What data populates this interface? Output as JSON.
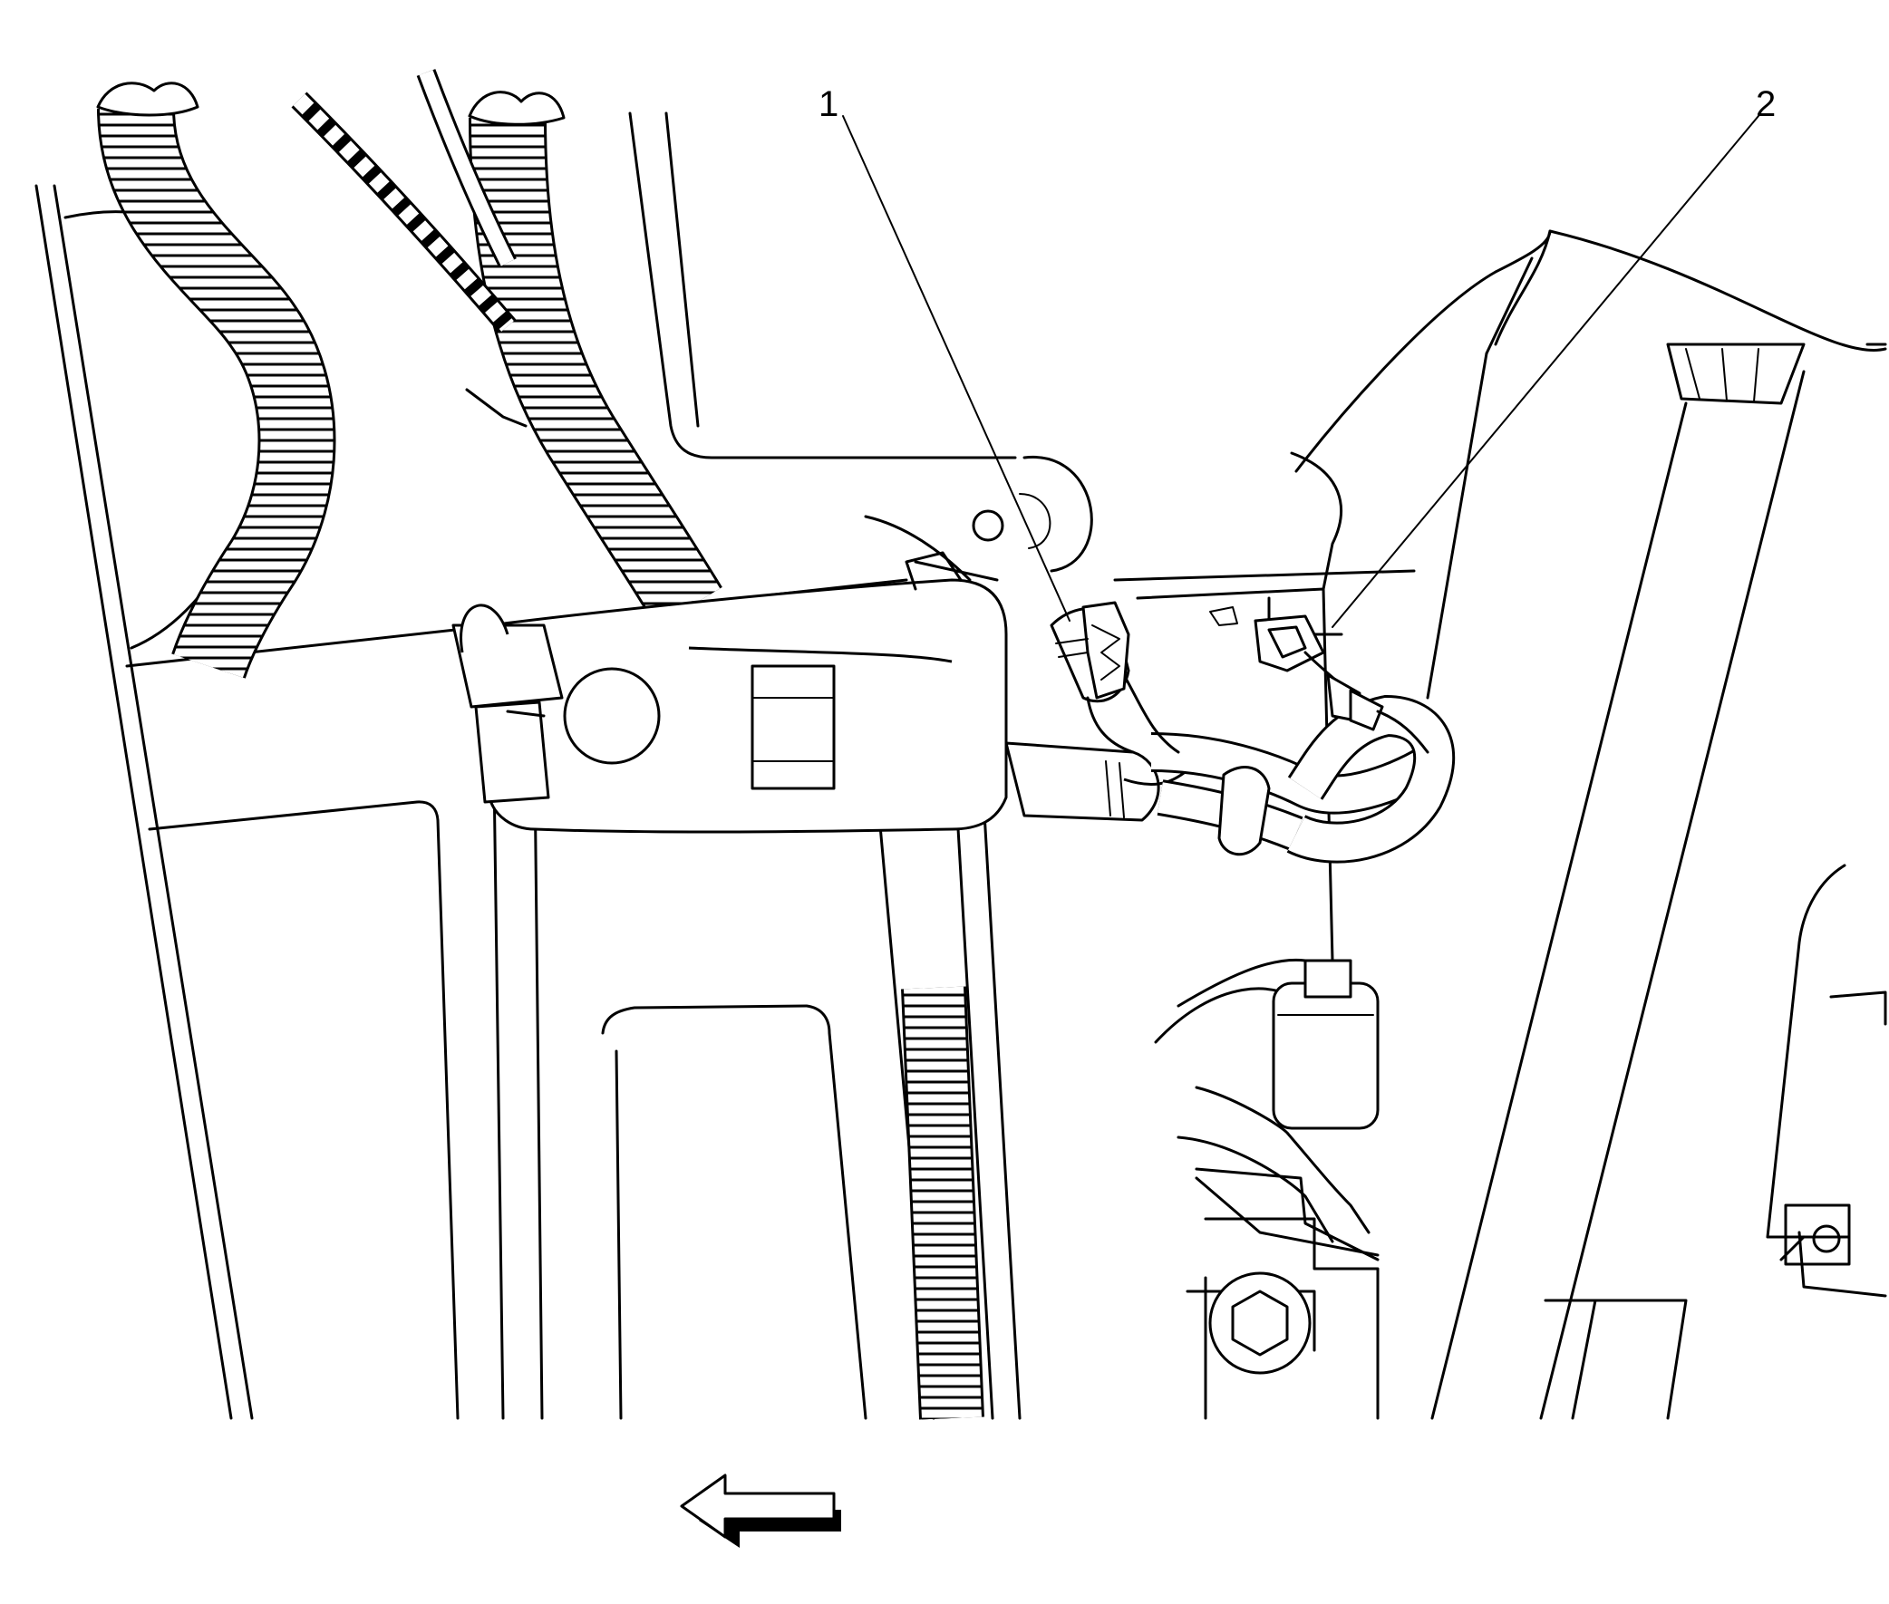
{
  "callouts": [
    {
      "id": 1,
      "label": "1"
    },
    {
      "id": 2,
      "label": "2"
    }
  ],
  "direction_arrow": {
    "icon": "left-arrow-icon"
  }
}
